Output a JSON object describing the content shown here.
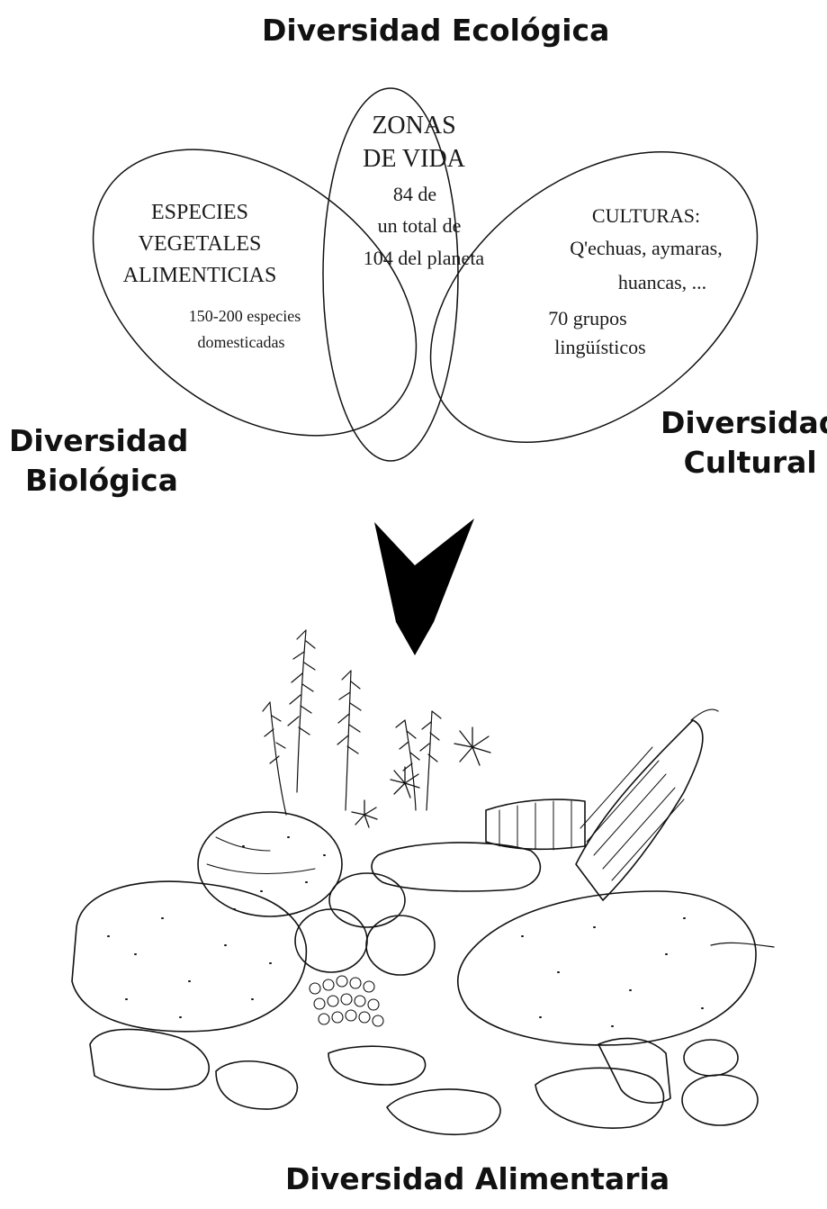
{
  "titles": {
    "ecological": "Diversidad Ecológica",
    "biological_line1": "Diversidad",
    "biological_line2": "Biológica",
    "cultural_line1": "Diversidad",
    "cultural_line2": "Cultural",
    "food": "Diversidad Alimentaria"
  },
  "left_ellipse": {
    "line1": "ESPECIES",
    "line2": "VEGETALES",
    "line3": "ALIMENTICIAS",
    "line4": "150-200 especies",
    "line5": "domesticadas"
  },
  "center_ellipse": {
    "line1": "ZONAS",
    "line2": "DE VIDA",
    "line3": "84 de",
    "line4": "un total de",
    "line5": "104 del planeta"
  },
  "right_ellipse": {
    "line1": "CULTURAS:",
    "line2": "Q'echuas, aymaras,",
    "line3": "huancas, ...",
    "line4": "70 grupos",
    "line5": "lingüísticos"
  },
  "colors": {
    "ink": "#111111",
    "background": "#ffffff"
  }
}
